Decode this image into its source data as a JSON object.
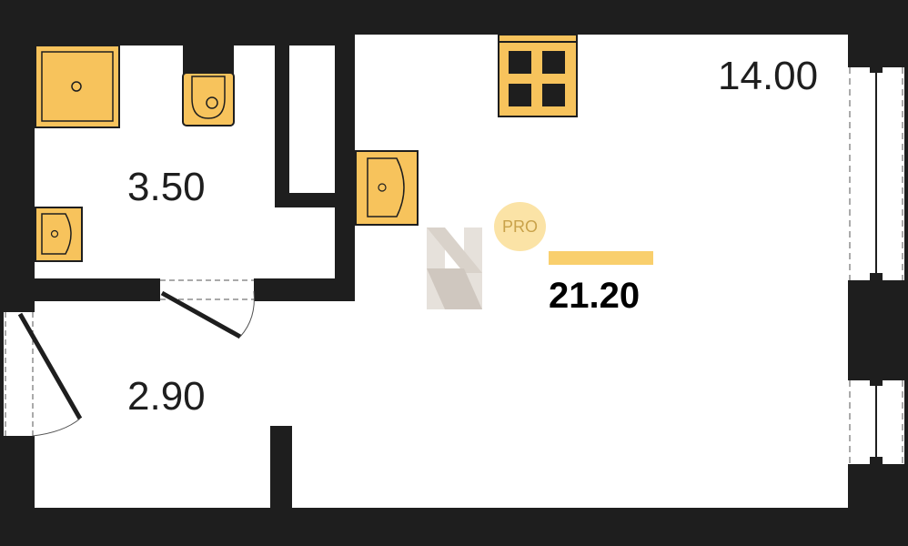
{
  "rooms": {
    "living_room_area": "14.00",
    "bathroom_area": "3.50",
    "hallway_area": "2.90"
  },
  "total": {
    "area": "21.20"
  },
  "logo": {
    "badge_text": "PRO"
  },
  "colors": {
    "wall": "#1e1e1e",
    "fixture": "#f7c35c",
    "fixture_outline": "#1e1e1e",
    "accent_bar": "#f9cf6d",
    "badge_fill": "#fbe3a6",
    "badge_text": "#c9a24a",
    "logo_light": "#e6e1db",
    "logo_dark": "#cfc7bf",
    "floor": "#ffffff"
  },
  "icons": [
    "toilet-icon",
    "shower-tray-icon",
    "sink-icon",
    "stove-icon",
    "logo-mark-icon",
    "door-icon",
    "window-icon"
  ]
}
